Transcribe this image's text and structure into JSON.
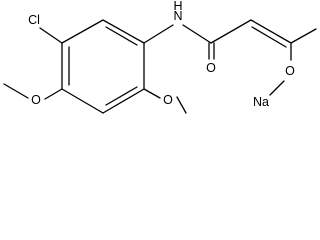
{
  "molecule": {
    "atoms": {
      "cl": "Cl",
      "nh": "N",
      "nh_h": "H",
      "o_carbonyl": "O",
      "o_enolate": "O",
      "na": "Na",
      "o_methoxy_4": "O",
      "o_methoxy_2": "O"
    }
  }
}
